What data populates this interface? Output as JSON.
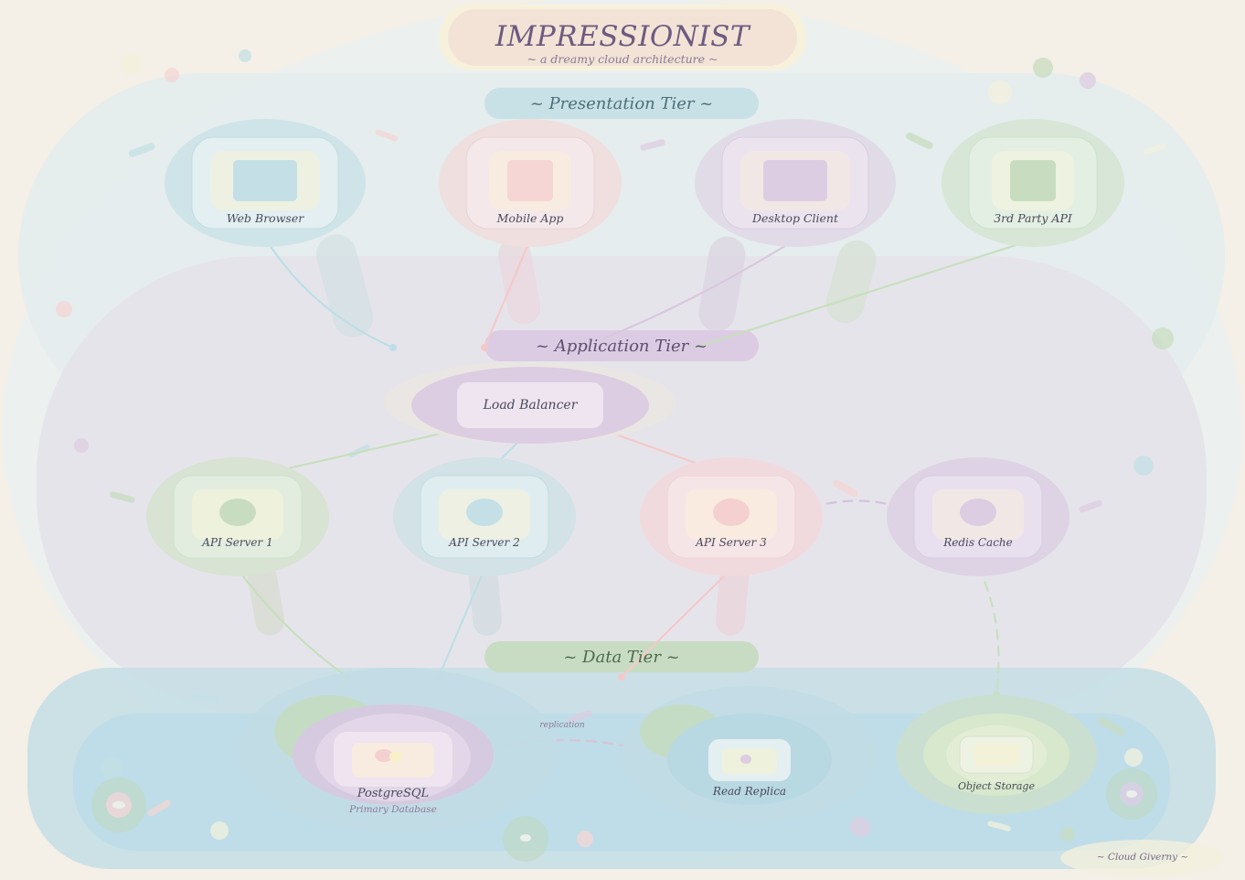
{
  "title": "IMPRESSIONIST",
  "subtitle": "~ a dreamy cloud architecture ~",
  "tiers": {
    "presentation": "~ Presentation Tier ~",
    "application": "~ Application Tier ~",
    "data": "~ Data Tier ~"
  },
  "presentation_nodes": [
    "Web Browser",
    "Mobile App",
    "Desktop Client",
    "3rd Party API"
  ],
  "load_balancer": "Load Balancer",
  "app_nodes": [
    "API Server 1",
    "API Server 2",
    "API Server 3",
    "Redis Cache"
  ],
  "data_nodes": {
    "postgres": "PostgreSQL",
    "postgres_sub": "Primary Database",
    "replica": "Read Replica",
    "storage": "Object Storage"
  },
  "replication_label": "replication",
  "signature": "~ Cloud Giverny ~",
  "colors": {
    "blue": "#c4e0e6",
    "pink": "#f5d6d4",
    "lavender": "#ddcde2",
    "green": "#c8ddc0",
    "cream": "#f3f1de",
    "ink": "#6e5a80"
  }
}
